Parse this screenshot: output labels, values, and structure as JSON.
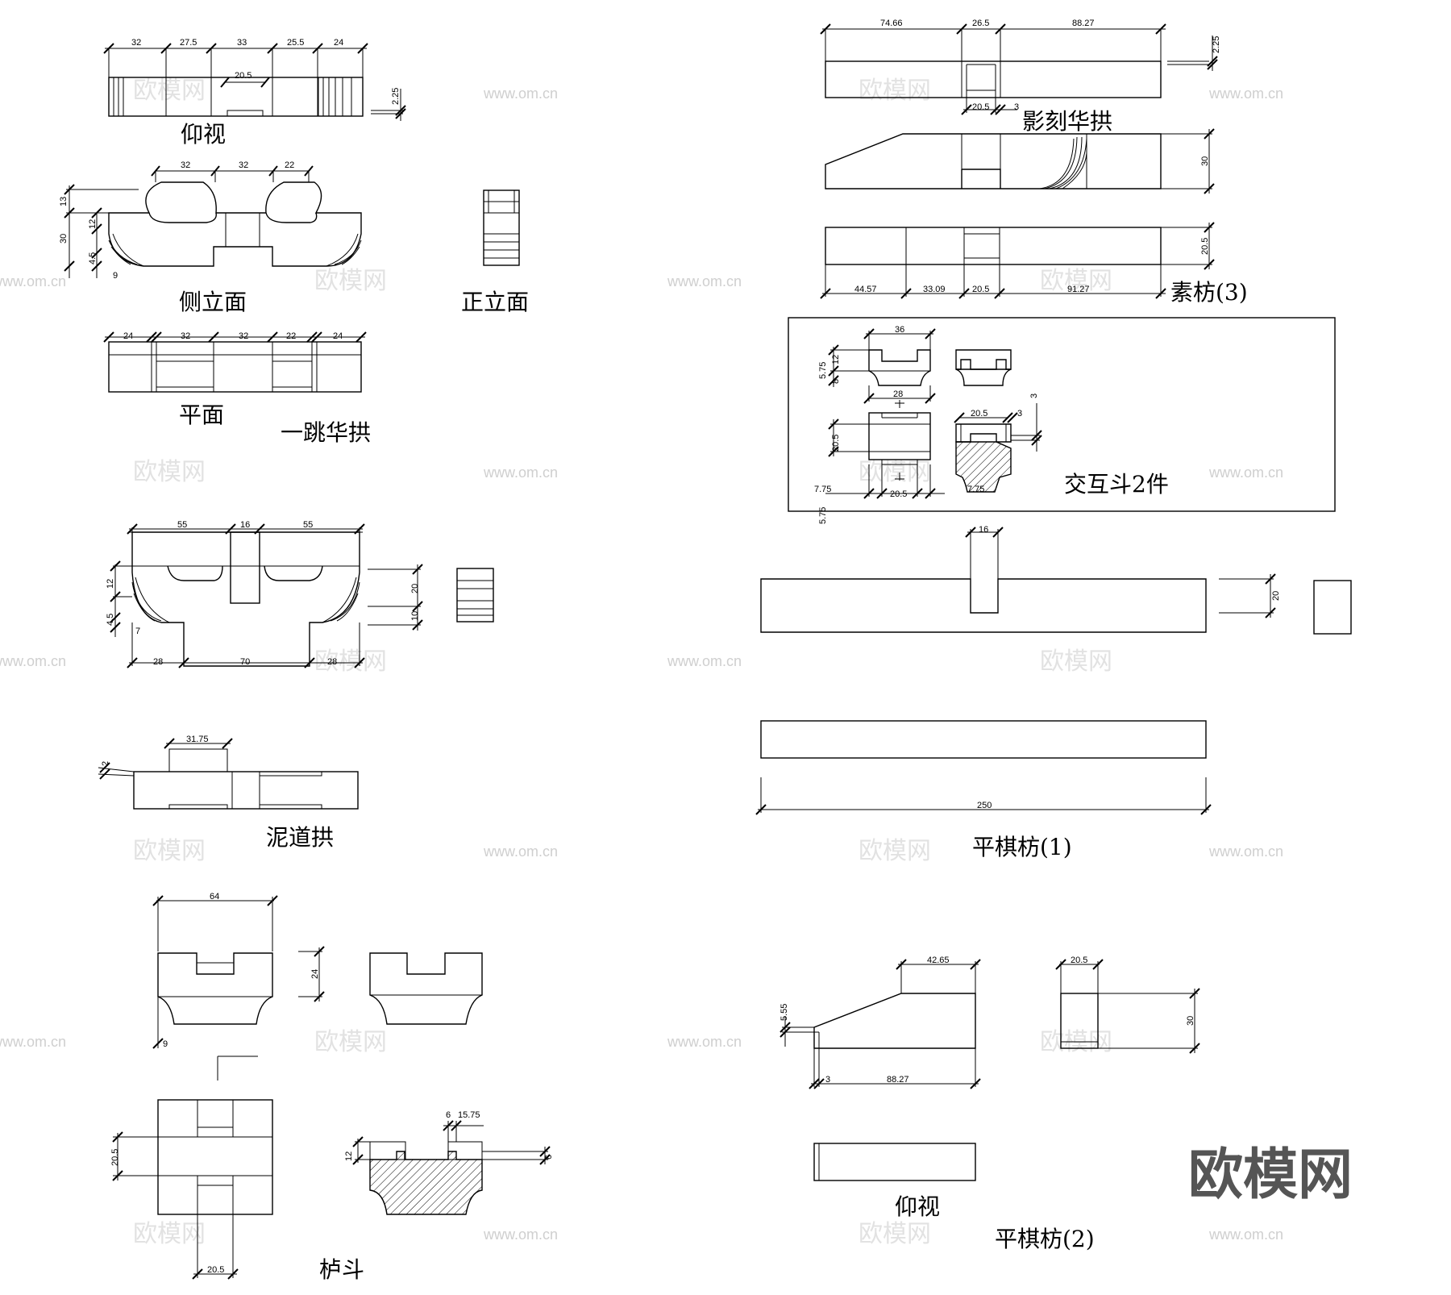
{
  "labels": {
    "yangshi_1": "仰视",
    "celimian": "侧立面",
    "zhenglimian": "正立面",
    "pingmian": "平面",
    "yitiao_huagong": "一跳华拱",
    "nidao_gong": "泥道拱",
    "ludou": "栌斗",
    "yingke_huagong": "影刻华拱",
    "sufang": "素枋(3)",
    "jiaohudou": "交互斗2件",
    "pingqifang_1": "平棋枋(1)",
    "yangshi_2": "仰视",
    "pingqifang_2": "平棋枋(2)"
  },
  "dims": {
    "a1": "32",
    "a2": "27.5",
    "a3": "33",
    "a4": "25.5",
    "a5": "24",
    "a6": "20.5",
    "a7": "2.25",
    "b1": "32",
    "b2": "32",
    "b3": "22",
    "b4": "13",
    "b5": "12",
    "b6": "30",
    "b7": "4.5",
    "b8": "9",
    "c1": "24",
    "c2": "32",
    "c3": "32",
    "c4": "22",
    "c5": "24",
    "d1": "55",
    "d2": "16",
    "d3": "55",
    "d4": "12",
    "d5": "20",
    "d6": "10",
    "d7": "4.5",
    "d8": "7",
    "d9": "28",
    "d10": "70",
    "d11": "28",
    "e1": "31.75",
    "e2": "2",
    "f1": "64",
    "f2": "24",
    "f3": "9",
    "f4": "20.5",
    "f5": "20.5",
    "f6": "12",
    "f7": "6",
    "f8": "15.75",
    "f9": "6",
    "g1": "74.66",
    "g2": "26.5",
    "g3": "88.27",
    "g4": "2.25",
    "g5": "20.5",
    "g6": "3",
    "g7": "30",
    "h1": "20.5",
    "h2": "44.57",
    "h3": "33.09",
    "h4": "20.5",
    "h5": "91.27",
    "i1": "36",
    "i2": "5.75",
    "i3": "12",
    "i4": "8",
    "i5": "28",
    "i6": "20.5",
    "i7": "20.5",
    "i8": "3",
    "i9": "3",
    "i10": "7.75",
    "i11": "20.5",
    "i12": "7.75",
    "i13": "5.75",
    "j1": "16",
    "j2": "20",
    "j3": "250",
    "k1": "42.65",
    "k2": "5.55",
    "k3": "3",
    "k4": "88.27",
    "k5": "20.5",
    "k6": "30"
  },
  "watermarks": {
    "url": "www.om.cn",
    "cn": "欧模网",
    "brand": "欧模网"
  }
}
